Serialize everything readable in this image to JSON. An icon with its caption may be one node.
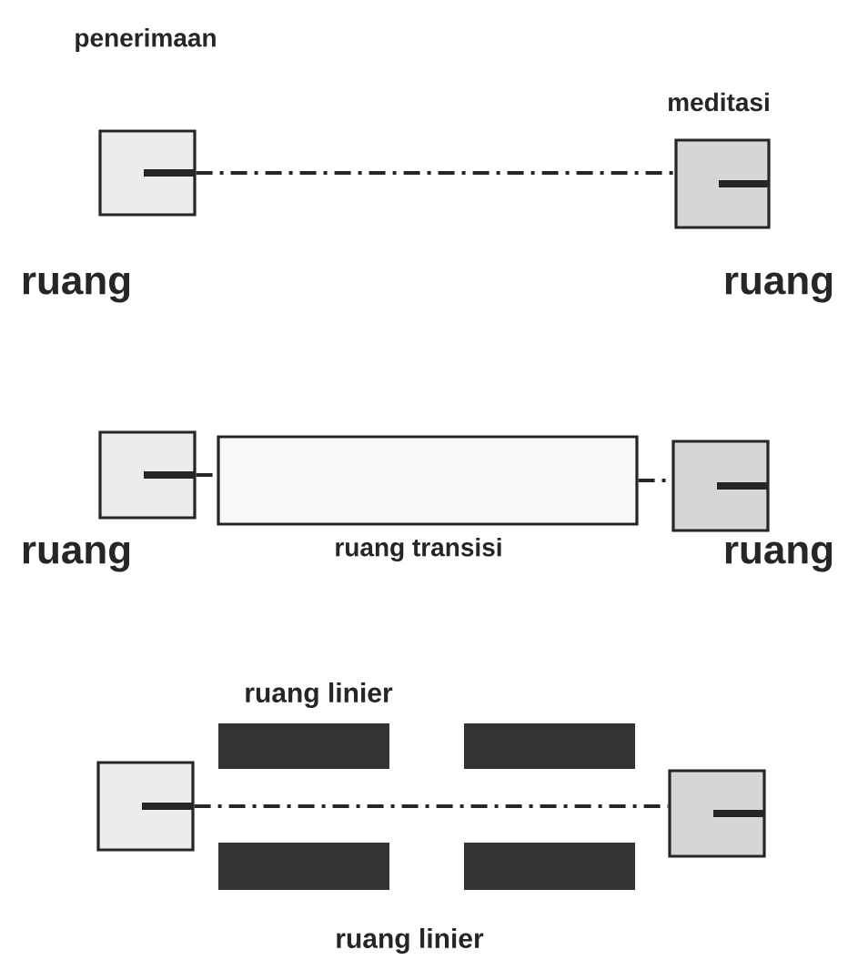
{
  "diagram": {
    "nodes": [
      {
        "text": [
          "penerimaan",
          "ruang"
        ]
      },
      {
        "text": [
          "meditasi",
          "ruang"
        ]
      },
      {
        "text": [
          "ruang"
        ]
      },
      {
        "text": [
          "ruang transisi"
        ]
      },
      {
        "text": [
          "ruang"
        ]
      },
      {
        "text": [],
        "shape": "box"
      },
      {
        "text": [],
        "shape": "box"
      },
      {
        "text": [],
        "shape": "bar"
      },
      {
        "text": [],
        "shape": "bar"
      },
      {
        "text": [],
        "shape": "bar"
      },
      {
        "text": [],
        "shape": "bar"
      }
    ],
    "edges": [
      {
        "from": 0,
        "to": 1,
        "arrow": "none",
        "style": "dashed"
      },
      {
        "from": 2,
        "to": 3,
        "arrow": "none",
        "style": "dashed"
      },
      {
        "from": 3,
        "to": 4,
        "arrow": "none",
        "style": "dashed"
      },
      {
        "from": 5,
        "to": 6,
        "arrow": "none",
        "style": "dashed"
      }
    ],
    "labels": [
      "ruang linier",
      "ruang linier"
    ]
  }
}
